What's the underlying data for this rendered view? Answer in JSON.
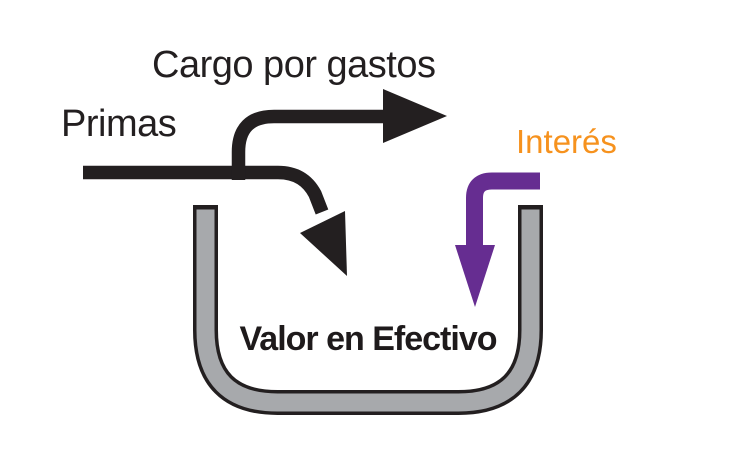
{
  "diagram": {
    "type": "flow-diagram",
    "labels": {
      "expense_charge": "Cargo por gastos",
      "premiums": "Primas",
      "interest": "Interés",
      "cash_value": "Valor en Efectivo"
    },
    "colors": {
      "ink_black": "#231F20",
      "interest_purple": "#662D91",
      "interest_orange": "#F6921E",
      "cup_gray": "#A7A9AC",
      "background": "#FFFFFF"
    },
    "flows": [
      {
        "name": "premiums-into-cash-value",
        "label": "Primas",
        "color": "#231F20"
      },
      {
        "name": "premiums-to-expense-charge",
        "label": "Cargo por gastos",
        "color": "#231F20"
      },
      {
        "name": "interest-into-cash-value",
        "label": "Interés",
        "color": "#662D91"
      }
    ]
  }
}
